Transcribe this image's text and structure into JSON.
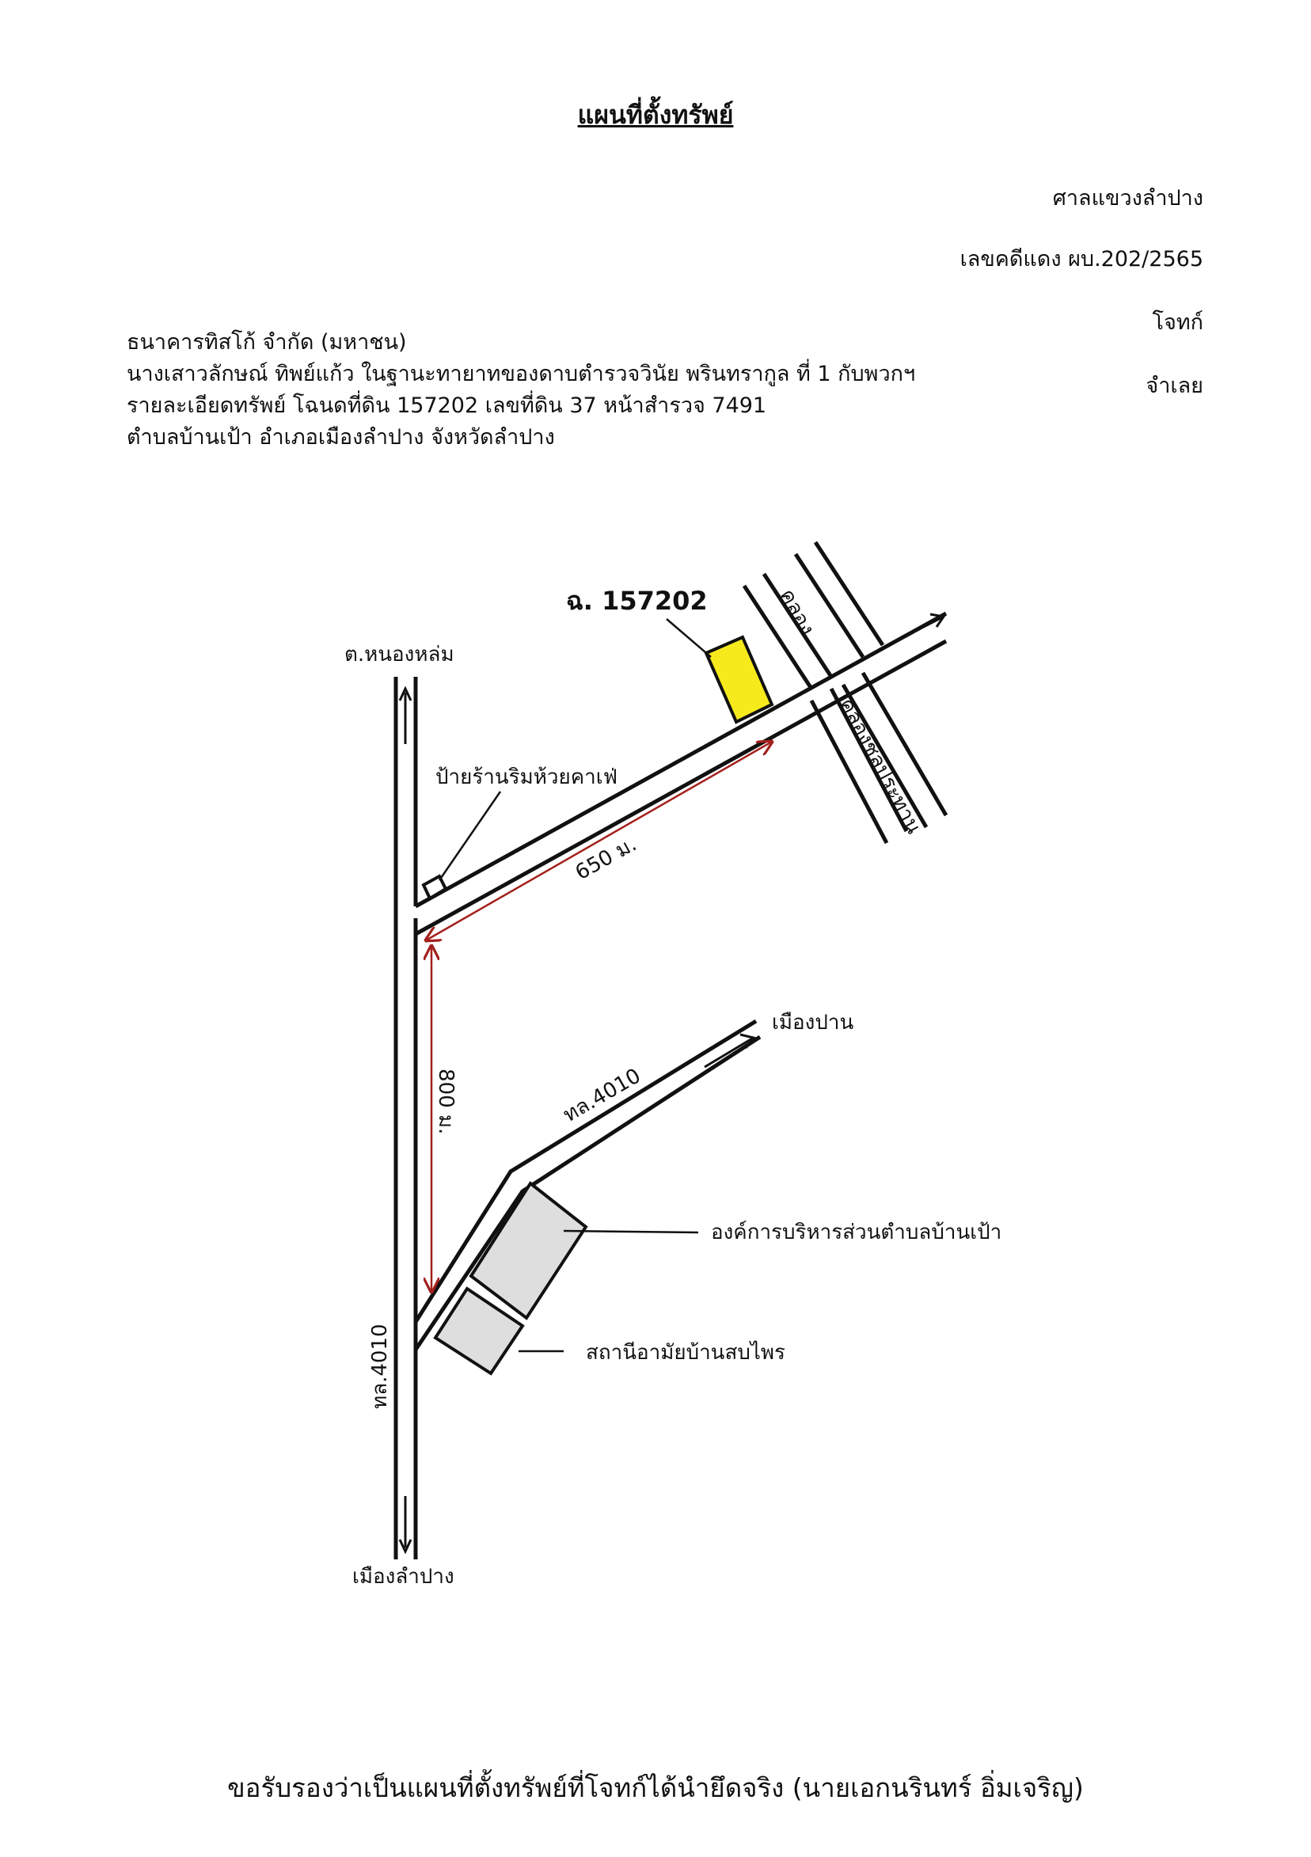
{
  "document": {
    "title": "แผนที่ตั้งทรัพย์",
    "court": "ศาลแขวงลำปาง",
    "case_number": "เลขคดีแดง ผบ.202/2565",
    "plaintiff_label": "โจทก์",
    "defendant_label": "จำเลย",
    "plaintiff_name": "ธนาคารทิสโก้ จำกัด (มหาชน)",
    "defendant_name": "นางเสาวลักษณ์ ทิพย์แก้ว ในฐานะทายาทของดาบตำรวจวินัย พรินทรากูล ที่ 1 กับพวกฯ",
    "property_detail": "รายละเอียดทรัพย์ โฉนดที่ดิน 157202 เลขที่ดิน 37 หน้าสำรวจ 7491",
    "location": "ตำบลบ้านเป้า อำเภอเมืองลำปาง จังหวัดลำปาง",
    "certification": "ขอรับรองว่าเป็นแผนที่ตั้งทรัพย์ที่โจทก์ได้นำยึดจริง (นายเอกนรินทร์ อิ่มเจริญ)"
  },
  "map": {
    "deed_label": "ฉ. 157202",
    "north_destination": "ต.หนองหล่ม",
    "south_destination": "เมืองลำปาง",
    "northeast_destination": "เมืองปาน",
    "canal_upper": "คลอง",
    "canal_lower": "คลองชลประทาน",
    "shop_sign": "ป้ายร้านริมห้วยคาเฟ่",
    "distance_diagonal": "650 ม.",
    "distance_vertical": "800 ม.",
    "road_main": "ทล.4010",
    "road_branch": "ทล.4010",
    "sao_office": "องค์การบริหารส่วนตำบลบ้านเป้า",
    "health_station": "สถานีอามัยบ้านสบไพร",
    "colors": {
      "property_fill": "#f7ea1c",
      "building_fill": "#dedede",
      "distance_arrow": "#a3201c"
    }
  }
}
